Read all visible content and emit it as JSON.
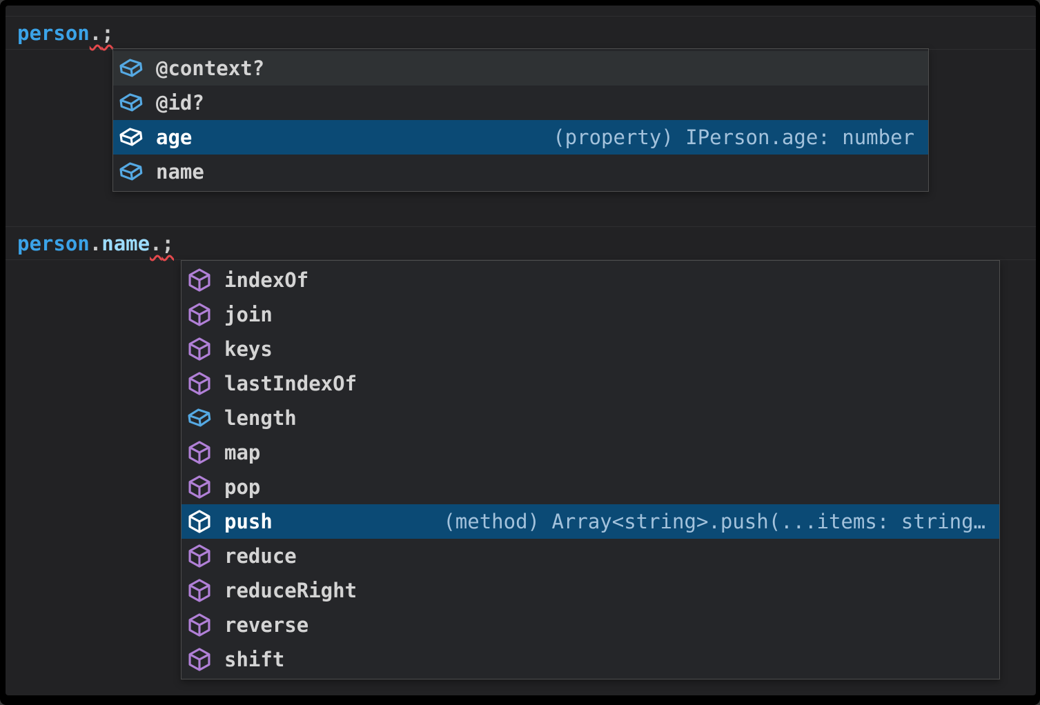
{
  "colors": {
    "editor_bg": "#222224",
    "popup_bg": "#252629",
    "popup_border": "#4e4e4e",
    "row_hover_bg": "#2f3234",
    "row_selected_bg": "#0b4a75",
    "label": "#d4d4d4",
    "label_selected": "#ffffff",
    "detail": "#a3c2dc",
    "identifier": "#3ba3e8",
    "property": "#9cdcfe",
    "punctuation": "#cbcbcb",
    "squiggle": "#e5494d",
    "field_icon": "#55a9e3",
    "method_icon": "#b180d7"
  },
  "editor": {
    "snippets": [
      {
        "code_tokens": [
          {
            "text": "person",
            "style": "identifier",
            "squiggle": false
          },
          {
            "text": ".",
            "style": "punctuation",
            "squiggle": true
          },
          {
            "text": ";",
            "style": "punctuation",
            "squiggle": true
          }
        ],
        "suggest": {
          "items": [
            {
              "label": "@context?",
              "kind": "field",
              "state": "hover"
            },
            {
              "label": "@id?",
              "kind": "field"
            },
            {
              "label": "age",
              "kind": "field",
              "state": "selected",
              "detail": "(property) IPerson.age: number"
            },
            {
              "label": "name",
              "kind": "field"
            }
          ]
        }
      },
      {
        "code_tokens": [
          {
            "text": "person",
            "style": "identifier",
            "squiggle": false
          },
          {
            "text": ".",
            "style": "punctuation",
            "squiggle": false
          },
          {
            "text": "name",
            "style": "property",
            "squiggle": false
          },
          {
            "text": ".",
            "style": "punctuation",
            "squiggle": true
          },
          {
            "text": ";",
            "style": "punctuation",
            "squiggle": true
          }
        ],
        "suggest": {
          "items": [
            {
              "label": "indexOf",
              "kind": "method"
            },
            {
              "label": "join",
              "kind": "method"
            },
            {
              "label": "keys",
              "kind": "method"
            },
            {
              "label": "lastIndexOf",
              "kind": "method"
            },
            {
              "label": "length",
              "kind": "field"
            },
            {
              "label": "map",
              "kind": "method"
            },
            {
              "label": "pop",
              "kind": "method"
            },
            {
              "label": "push",
              "kind": "method",
              "state": "selected",
              "detail": "(method) Array<string>.push(...items: string…"
            },
            {
              "label": "reduce",
              "kind": "method"
            },
            {
              "label": "reduceRight",
              "kind": "method"
            },
            {
              "label": "reverse",
              "kind": "method"
            },
            {
              "label": "shift",
              "kind": "method"
            }
          ]
        }
      }
    ]
  }
}
